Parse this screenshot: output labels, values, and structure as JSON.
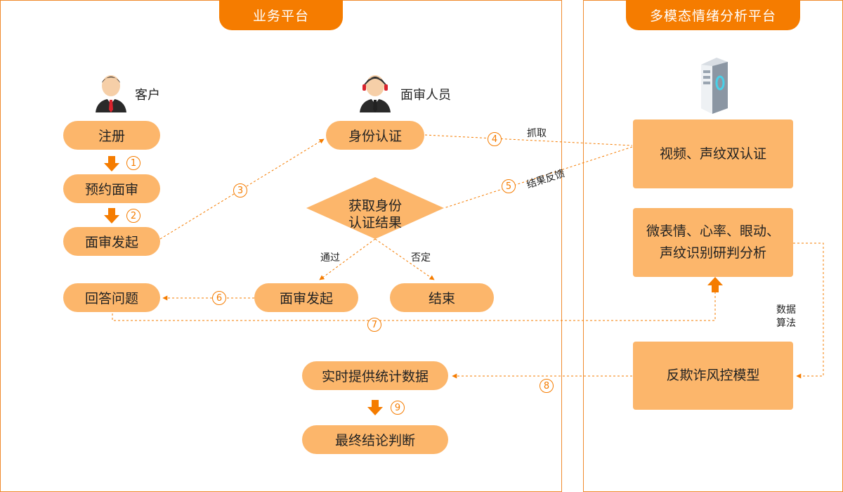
{
  "panels": {
    "business": "业务平台",
    "emotion": "多模态情绪分析平台"
  },
  "roles": {
    "customer": "客户",
    "reviewer": "面审人员"
  },
  "customer_flow": {
    "register": "注册",
    "book_interview": "预约面审",
    "start_interview": "面审发起",
    "answer_questions": "回答问题"
  },
  "reviewer_flow": {
    "identity_auth": "身份认证",
    "get_result_line1": "获取身份",
    "get_result_line2": "认证结果",
    "pass": "通过",
    "reject": "否定",
    "start_interview": "面审发起",
    "end": "结束"
  },
  "stats_flow": {
    "realtime_stats": "实时提供统计数据",
    "final_judgment": "最终结论判断"
  },
  "platform_flow": {
    "dual_auth": "视频、声纹双认证",
    "analysis_line1": "微表情、心率、眼动、",
    "analysis_line2": "声纹识别研判分析",
    "anti_fraud": "反欺诈风控模型",
    "data_algo_line1": "数据",
    "data_algo_line2": "算法"
  },
  "edge_labels": {
    "capture": "抓取",
    "result_feedback": "结果反馈"
  },
  "steps": [
    "1",
    "2",
    "3",
    "4",
    "5",
    "6",
    "7",
    "8",
    "9"
  ],
  "colors": {
    "accent": "#f57c00",
    "node_fill": "#fcb66b",
    "panel_border": "#f08a2c"
  }
}
